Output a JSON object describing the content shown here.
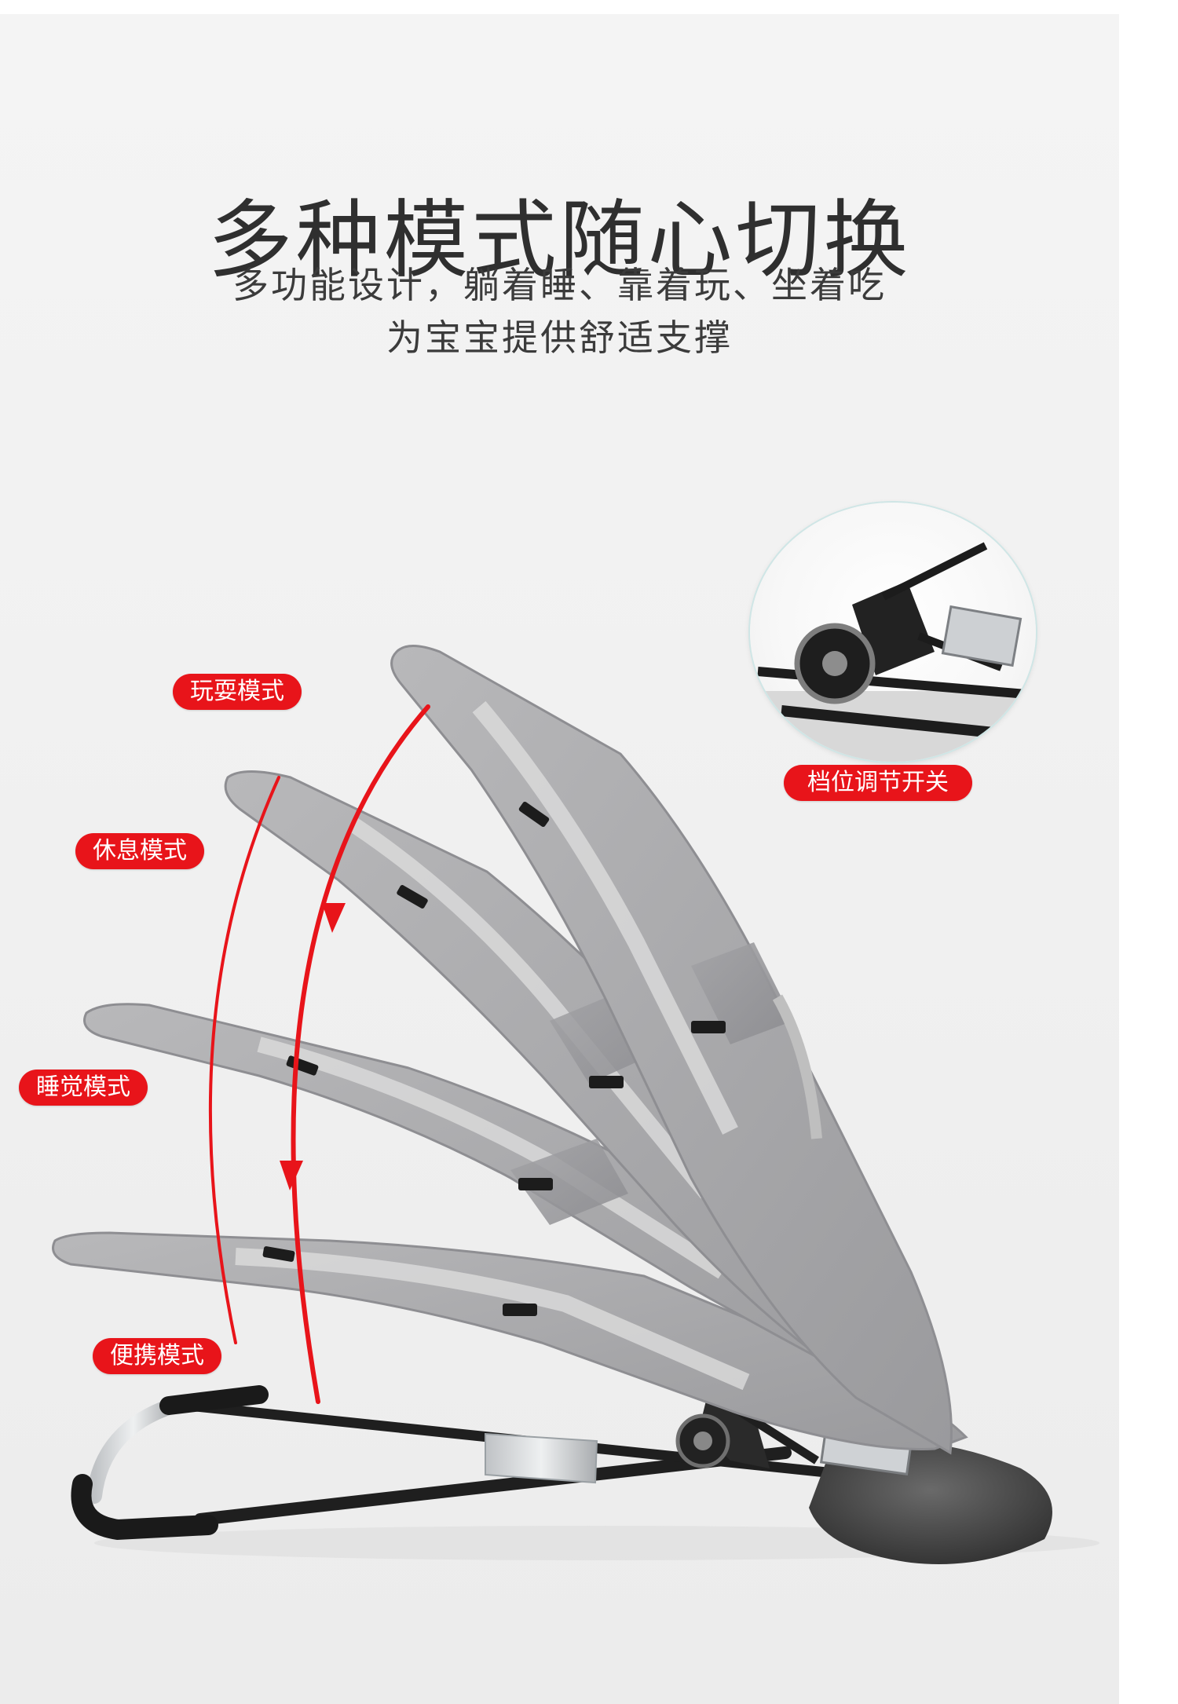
{
  "header": {
    "title": "多种模式随心切换",
    "subtitle_line1": "多功能设计，躺着睡、靠着玩、坐着吃",
    "subtitle_line2": "为宝宝提供舒适支撑"
  },
  "modes": [
    {
      "label": "玩耍模式"
    },
    {
      "label": "休息模式"
    },
    {
      "label": "睡觉模式"
    },
    {
      "label": "便携模式"
    }
  ],
  "detail": {
    "label": "档位调节开关"
  },
  "colors": {
    "badge_red": "#e8141a",
    "arrow_red": "#e8141a",
    "fabric_grey": "#a7a7a9",
    "frame_black": "#1f1f1f"
  },
  "icons": {
    "arrow": "down-arrow-icon"
  }
}
